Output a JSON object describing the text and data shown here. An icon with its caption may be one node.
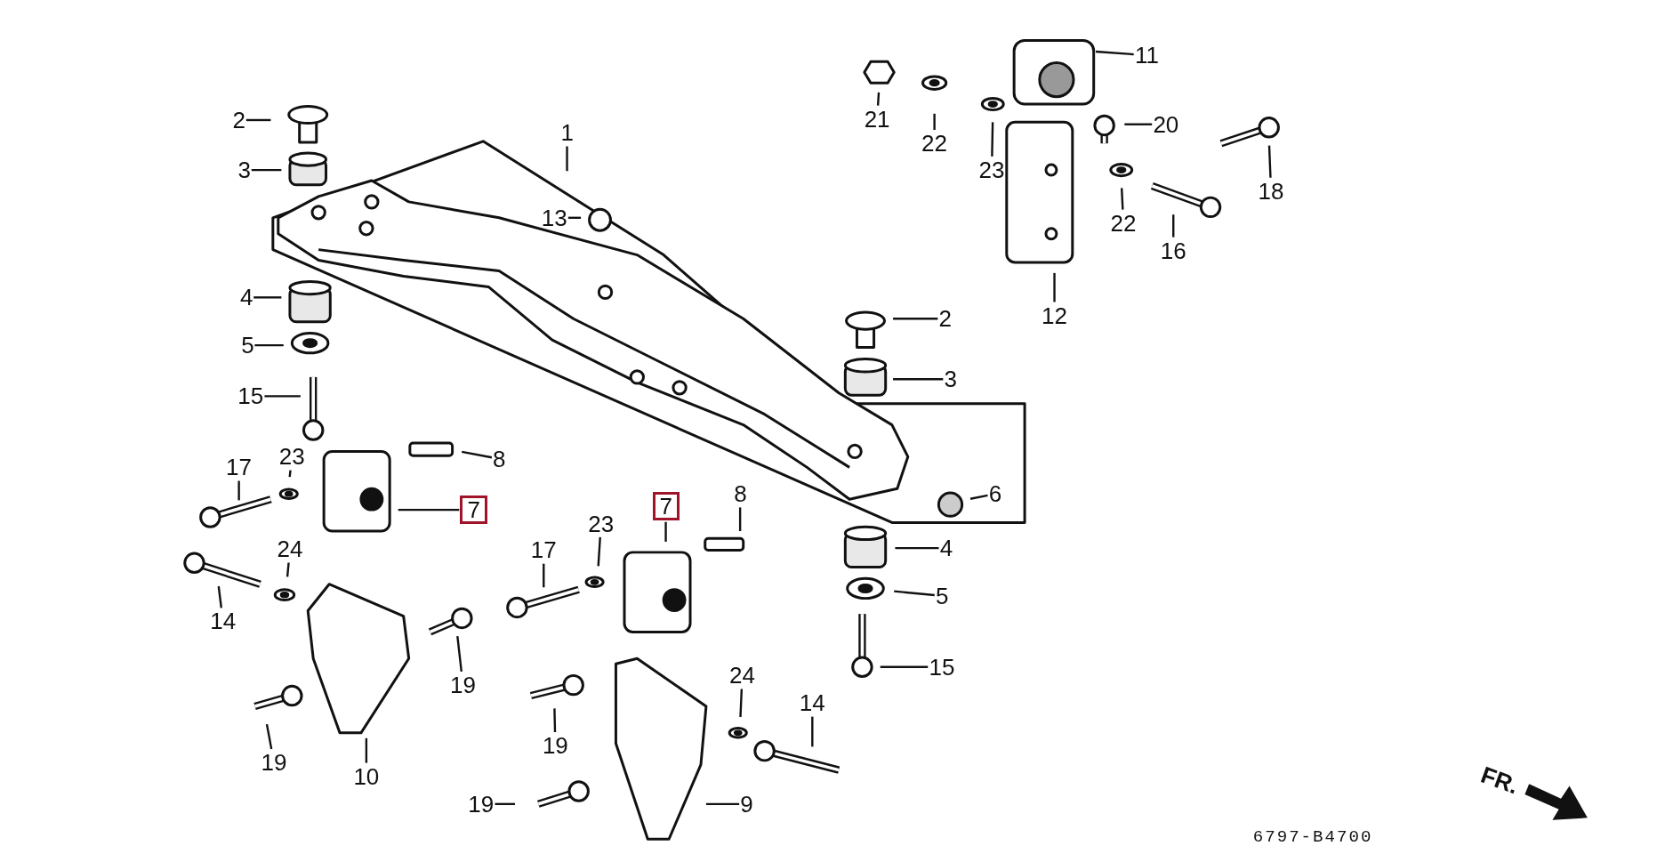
{
  "diagram": {
    "nodes": [
      {
        "text": [
          "11"
        ]
      },
      {
        "text": [
          "21"
        ]
      },
      {
        "text": [
          "22"
        ]
      },
      {
        "text": [
          "23"
        ]
      },
      {
        "text": [
          "20"
        ]
      },
      {
        "text": [
          "2"
        ]
      },
      {
        "text": [
          "1"
        ]
      },
      {
        "text": [
          "18"
        ]
      },
      {
        "text": [
          "3"
        ]
      },
      {
        "text": [
          "13"
        ]
      },
      {
        "text": [
          "22"
        ]
      },
      {
        "text": [
          "16"
        ]
      },
      {
        "text": [
          "4"
        ]
      },
      {
        "text": [
          "12"
        ]
      },
      {
        "text": [
          "2"
        ]
      },
      {
        "text": [
          "5"
        ]
      },
      {
        "text": [
          "3"
        ]
      },
      {
        "text": [
          "15"
        ]
      },
      {
        "text": [
          "8"
        ]
      },
      {
        "text": [
          "17"
        ]
      },
      {
        "text": [
          "23"
        ]
      },
      {
        "text": [
          "7"
        ]
      },
      {
        "text": [
          "7"
        ]
      },
      {
        "text": [
          "6"
        ]
      },
      {
        "text": [
          "8"
        ]
      },
      {
        "text": [
          "17"
        ]
      },
      {
        "text": [
          "23"
        ]
      },
      {
        "text": [
          "24"
        ]
      },
      {
        "text": [
          "4"
        ]
      },
      {
        "text": [
          "14"
        ]
      },
      {
        "text": [
          "5"
        ]
      },
      {
        "text": [
          "19"
        ]
      },
      {
        "text": [
          "15"
        ]
      },
      {
        "text": [
          "24"
        ]
      },
      {
        "text": [
          "14"
        ]
      },
      {
        "text": [
          "19"
        ]
      },
      {
        "text": [
          "19"
        ]
      },
      {
        "text": [
          "10"
        ]
      },
      {
        "text": [
          "19"
        ]
      },
      {
        "text": [
          "9"
        ]
      }
    ],
    "edges": [
      {
        "from": 0,
        "to": null,
        "arrow": "none"
      },
      {
        "from": 1,
        "to": null,
        "arrow": "none"
      },
      {
        "from": 2,
        "to": null,
        "arrow": "none"
      },
      {
        "from": 3,
        "to": null,
        "arrow": "none"
      },
      {
        "from": 4,
        "to": null,
        "arrow": "none"
      },
      {
        "from": 5,
        "to": null,
        "arrow": "none"
      },
      {
        "from": 6,
        "to": null,
        "arrow": "none"
      },
      {
        "from": 7,
        "to": null,
        "arrow": "none"
      },
      {
        "from": 8,
        "to": null,
        "arrow": "none"
      },
      {
        "from": 9,
        "to": null,
        "arrow": "none"
      },
      {
        "from": 10,
        "to": null,
        "arrow": "none"
      },
      {
        "from": 11,
        "to": null,
        "arrow": "none"
      },
      {
        "from": 12,
        "to": null,
        "arrow": "none"
      },
      {
        "from": 13,
        "to": null,
        "arrow": "none"
      },
      {
        "from": 14,
        "to": null,
        "arrow": "none"
      },
      {
        "from": 15,
        "to": null,
        "arrow": "none"
      },
      {
        "from": 16,
        "to": null,
        "arrow": "none"
      },
      {
        "from": 17,
        "to": null,
        "arrow": "none"
      },
      {
        "from": 18,
        "to": null,
        "arrow": "none"
      },
      {
        "from": 19,
        "to": null,
        "arrow": "none"
      },
      {
        "from": 20,
        "to": null,
        "arrow": "none"
      },
      {
        "from": 21,
        "to": null,
        "arrow": "none"
      },
      {
        "from": 22,
        "to": null,
        "arrow": "none"
      },
      {
        "from": 23,
        "to": null,
        "arrow": "none"
      },
      {
        "from": 24,
        "to": null,
        "arrow": "none"
      },
      {
        "from": 25,
        "to": null,
        "arrow": "none"
      },
      {
        "from": 26,
        "to": null,
        "arrow": "none"
      },
      {
        "from": 27,
        "to": null,
        "arrow": "none"
      },
      {
        "from": 28,
        "to": null,
        "arrow": "none"
      },
      {
        "from": 29,
        "to": null,
        "arrow": "none"
      },
      {
        "from": 30,
        "to": null,
        "arrow": "none"
      },
      {
        "from": 31,
        "to": null,
        "arrow": "none"
      },
      {
        "from": 32,
        "to": null,
        "arrow": "none"
      },
      {
        "from": 33,
        "to": null,
        "arrow": "none"
      },
      {
        "from": 34,
        "to": null,
        "arrow": "none"
      },
      {
        "from": 35,
        "to": null,
        "arrow": "none"
      },
      {
        "from": 36,
        "to": null,
        "arrow": "none"
      },
      {
        "from": 37,
        "to": null,
        "arrow": "none"
      },
      {
        "from": 38,
        "to": null,
        "arrow": "none"
      },
      {
        "from": 39,
        "to": null,
        "arrow": "none"
      }
    ],
    "labels": [
      "FR.",
      "6797-B4700"
    ]
  }
}
